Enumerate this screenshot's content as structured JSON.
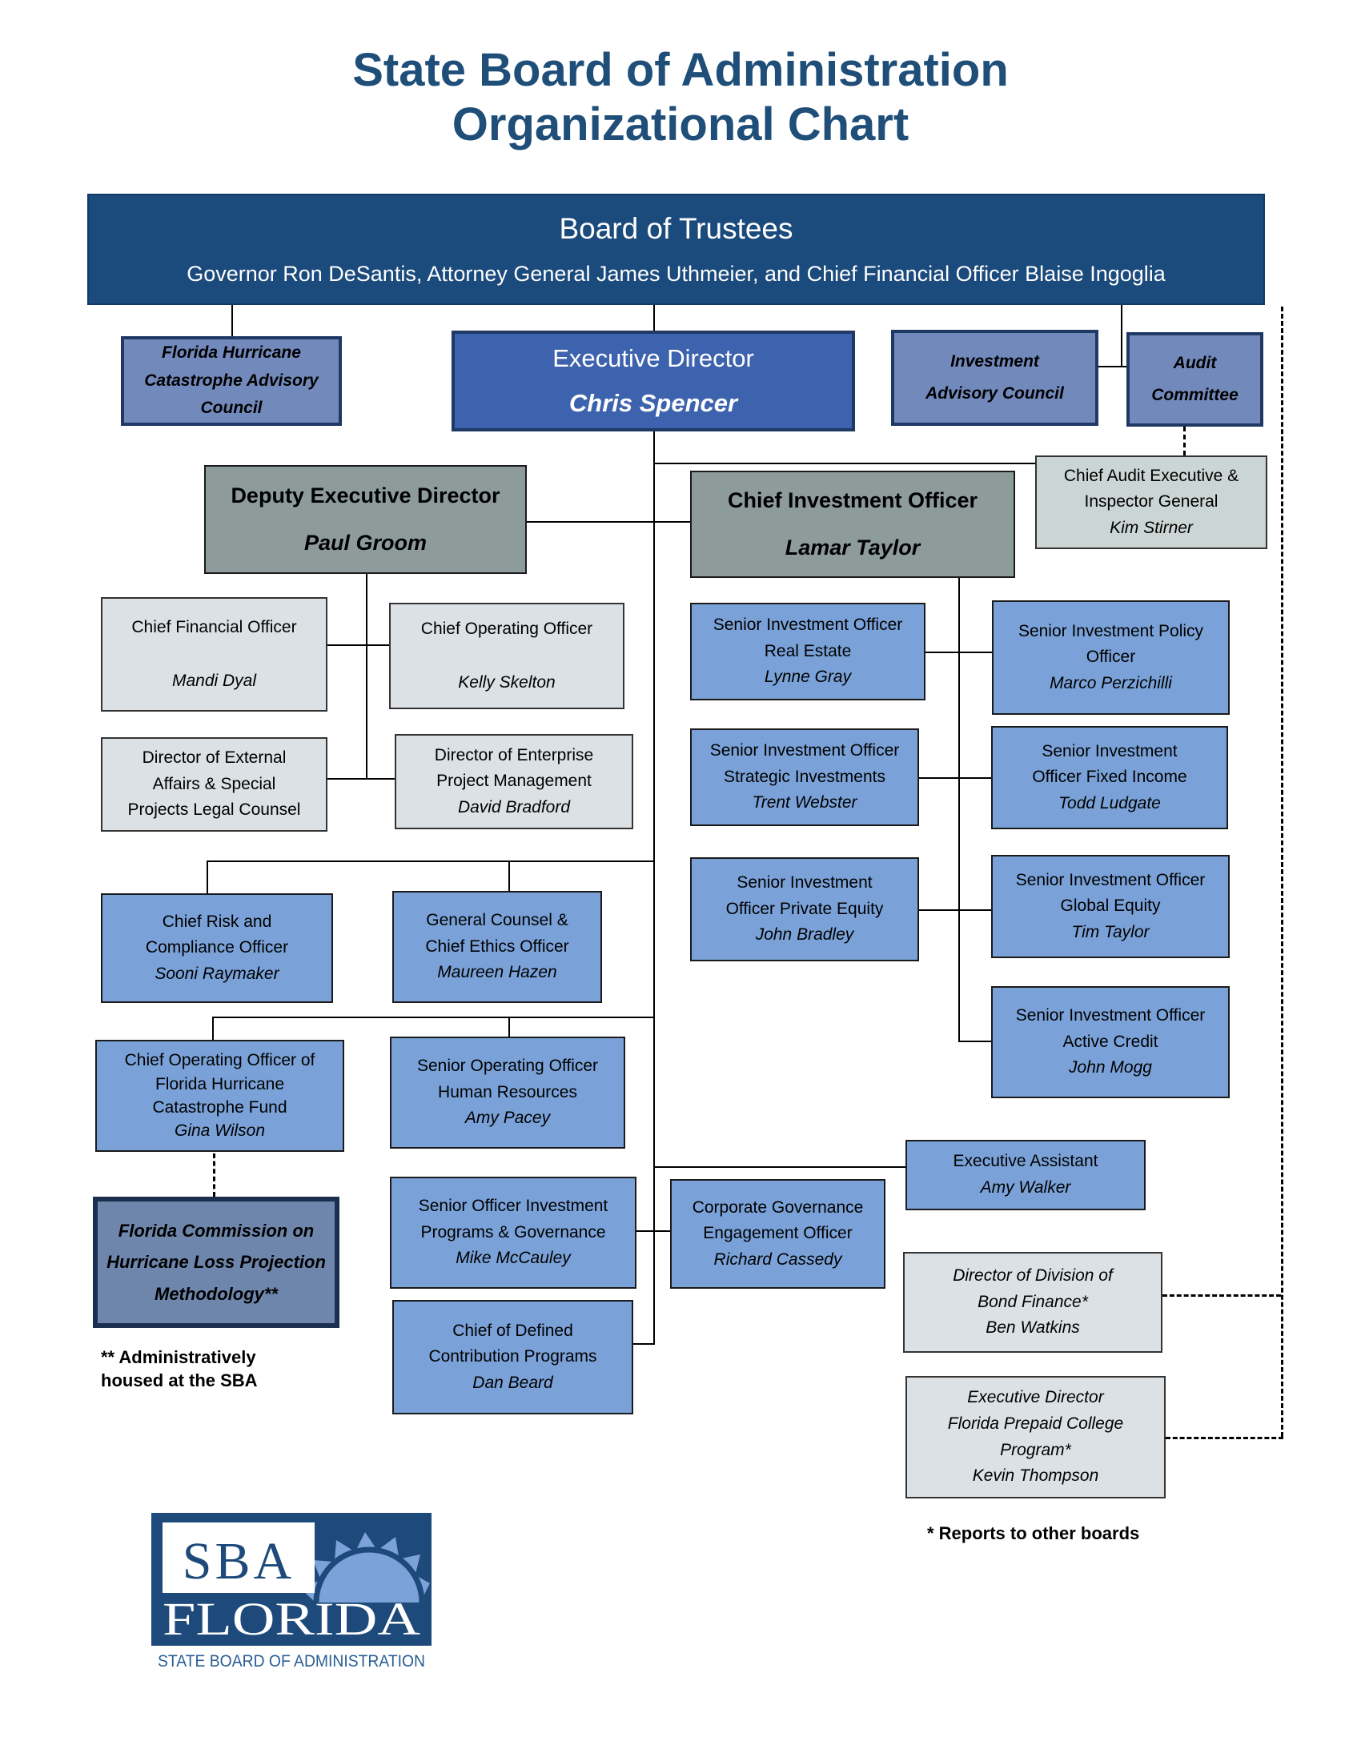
{
  "title": {
    "line1": "State Board of Administration",
    "line2": "Organizational Chart"
  },
  "banner": {
    "title": "Board of Trustees",
    "subtitle": "Governor Ron DeSantis, Attorney General James Uthmeier, and Chief Financial Officer Blaise Ingoglia"
  },
  "boxes": {
    "fhcac": {
      "l1": "Florida Hurricane",
      "l2": "Catastrophe Advisory",
      "l3": "Council"
    },
    "ed": {
      "l1": "Executive Director",
      "l2": "Chris Spencer"
    },
    "iac": {
      "l1": "Investment",
      "l2": "Advisory Council"
    },
    "ac": {
      "l1": "Audit",
      "l2": "Committee"
    },
    "ded": {
      "l1": "Deputy Executive Director",
      "l2": "Paul Groom"
    },
    "cio": {
      "l1": "Chief Investment Officer",
      "l2": "Lamar Taylor"
    },
    "cae": {
      "l1": "Chief Audit Executive &",
      "l2": "Inspector General",
      "l3": "Kim Stirner"
    },
    "cfo": {
      "l1": "Chief Financial Officer",
      "l2": "Mandi Dyal"
    },
    "coo": {
      "l1": "Chief Operating Officer",
      "l2": "Kelly Skelton"
    },
    "extaff": {
      "l1": "Director of External",
      "l2": "Affairs & Special",
      "l3": "Projects Legal Counsel"
    },
    "depm": {
      "l1": "Director of Enterprise",
      "l2": "Project Management",
      "l3": "David Bradford"
    },
    "siore": {
      "l1": "Senior Investment Officer",
      "l2": "Real Estate",
      "l3": "Lynne Gray"
    },
    "siopolicy": {
      "l1": "Senior Investment Policy",
      "l2": "Officer",
      "l3": "Marco Perzichilli"
    },
    "siosi": {
      "l1": "Senior Investment Officer",
      "l2": "Strategic Investments",
      "l3": "Trent Webster"
    },
    "siofi": {
      "l1": "Senior Investment",
      "l2": "Officer Fixed Income",
      "l3": "Todd Ludgate"
    },
    "siope": {
      "l1": "Senior Investment",
      "l2": "Officer Private Equity",
      "l3": "John Bradley"
    },
    "sioge": {
      "l1": "Senior Investment Officer",
      "l2": "Global Equity",
      "l3": "Tim Taylor"
    },
    "sioac": {
      "l1": "Senior Investment Officer",
      "l2": "Active Credit",
      "l3": "John Mogg"
    },
    "risk": {
      "l1": "Chief Risk and",
      "l2": "Compliance Officer",
      "l3": "Sooni Raymaker"
    },
    "counsel": {
      "l1": "General Counsel &",
      "l2": "Chief Ethics Officer",
      "l3": "Maureen Hazen"
    },
    "fhcf": {
      "l1": "Chief Operating Officer of",
      "l2": "Florida Hurricane",
      "l3": "Catastrophe Fund",
      "l4": "Gina Wilson"
    },
    "hr": {
      "l1": "Senior Operating Officer",
      "l2": "Human Resources",
      "l3": "Amy Pacey"
    },
    "ea": {
      "l1": "Executive Assistant",
      "l2": "Amy Walker"
    },
    "soipg": {
      "l1": "Senior Officer Investment",
      "l2": "Programs & Governance",
      "l3": "Mike McCauley"
    },
    "corpgov": {
      "l1": "Corporate Governance",
      "l2": "Engagement Officer",
      "l3": "Richard Cassedy"
    },
    "cdcp": {
      "l1": "Chief of Defined",
      "l2": "Contribution Programs",
      "l3": "Dan Beard"
    },
    "commission": {
      "l1": "Florida Commission on",
      "l2": "Hurricane Loss Projection",
      "l3": "Methodology**"
    },
    "bondfin": {
      "l1": "Director of Division of",
      "l2": "Bond Finance*",
      "l3": "Ben Watkins"
    },
    "prepaid": {
      "l1": "Executive Director",
      "l2": "Florida Prepaid College",
      "l3": "Program*",
      "l4": "Kevin Thompson"
    }
  },
  "footnotes": {
    "sba": {
      "l1": "** Administratively",
      "l2": "housed at the SBA"
    },
    "boards": "* Reports to other boards"
  },
  "logo": {
    "sba": "SBA",
    "florida": "FLORIDA",
    "caption": "STATE BOARD OF ADMINISTRATION"
  },
  "colors": {
    "navy_banner": "#1b4a7c",
    "title_text": "#1f4e79",
    "slate_fill": "#7289bb",
    "slate_border": "#1f3864",
    "ed_fill": "#3e63ae",
    "gray_fill": "#8d9c9b",
    "cae_fill": "#cbd5d4",
    "ltgray_fill": "#dbe1e4",
    "blue_fill": "#7aa2d8",
    "commission_fill": "#6e86ab",
    "logo_navy": "#1d4a7a",
    "logo_sun": "#7ba3d9"
  }
}
